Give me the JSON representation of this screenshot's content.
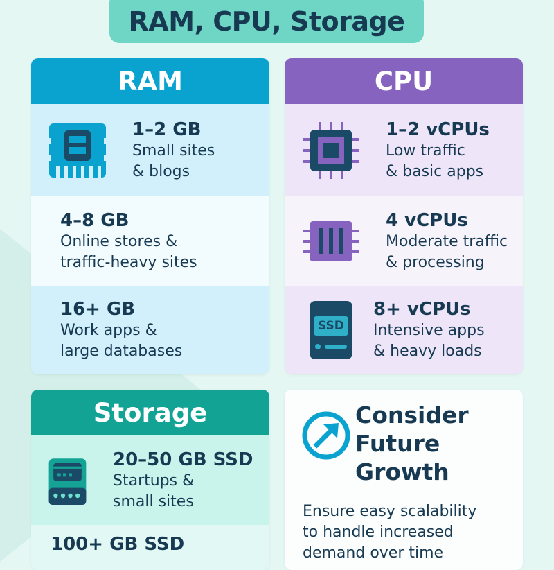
{
  "title": "RAM, CPU, Storage",
  "ram": {
    "header": "RAM",
    "rows": [
      {
        "main": "1–2 GB",
        "sub1": "Small sites",
        "sub2": "& blogs"
      },
      {
        "main": "4–8 GB",
        "sub1": "Online stores &",
        "sub2": "traffic-heavy sites"
      },
      {
        "main": "16+ GB",
        "sub1": "Work apps &",
        "sub2": "large databases"
      }
    ]
  },
  "cpu": {
    "header": "CPU",
    "rows": [
      {
        "main": "1–2 vCPUs",
        "sub1": "Low traffic",
        "sub2": "& basic apps"
      },
      {
        "main": "4 vCPUs",
        "sub1": "Moderate traffic",
        "sub2": "& processing"
      },
      {
        "main": "8+ vCPUs",
        "sub1": "Intensive apps",
        "sub2": "& heavy loads",
        "icon_label": "SSD"
      }
    ]
  },
  "storage": {
    "header": "Storage",
    "rows": [
      {
        "main": "20–50 GB SSD",
        "sub1": "Startups &",
        "sub2": "small sites"
      },
      {
        "main": "100+ GB SSD"
      }
    ]
  },
  "growth": {
    "title1": "Consider",
    "title2": "Future",
    "title3": "Growth",
    "body1": "Ensure easy scalability",
    "body2": "to handle increased",
    "body3": "demand over time"
  },
  "colors": {
    "ram": "#0aa3cf",
    "cpu": "#8663bf",
    "storage": "#13a395",
    "text": "#173a52"
  }
}
